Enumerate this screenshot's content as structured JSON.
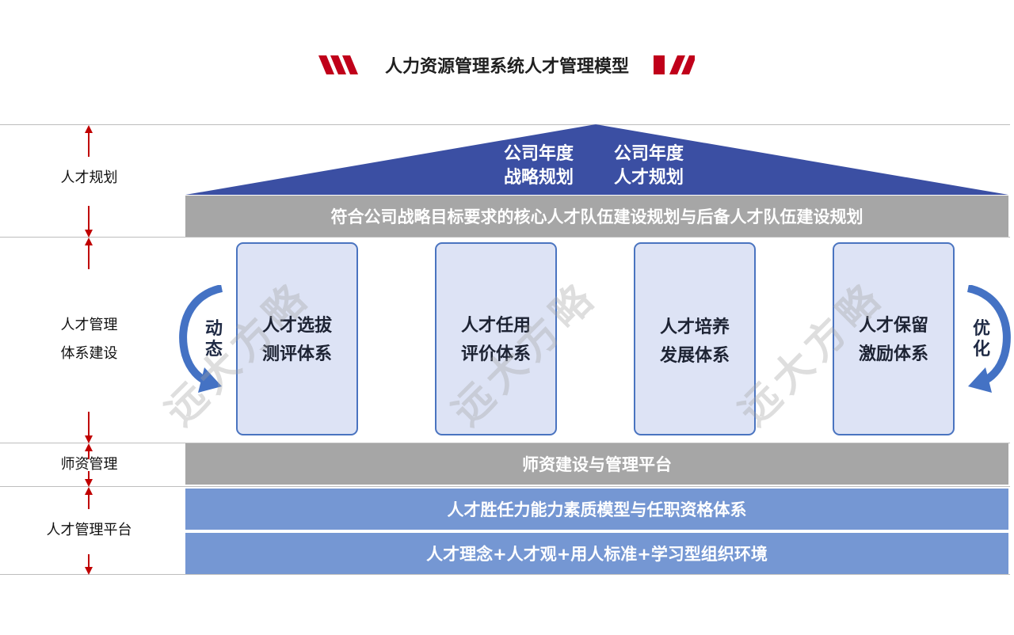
{
  "title": "人力资源管理系统人才管理模型",
  "side_labels": {
    "planning": "人才规划",
    "system_line1": "人才管理",
    "system_line2": "体系建设",
    "faculty": "师资管理",
    "platform": "人才管理平台"
  },
  "roof": {
    "col1_line1": "公司年度",
    "col1_line2": "战略规划",
    "col2_line1": "公司年度",
    "col2_line2": "人才规划"
  },
  "planning_bar": "符合公司战略目标要求的核心人才队伍建设规划与后备人才队伍建设规划",
  "pillars": [
    {
      "line1": "人才选拔",
      "line2": "测评体系"
    },
    {
      "line1": "人才任用",
      "line2": "评价体系"
    },
    {
      "line1": "人才培养",
      "line2": "发展体系"
    },
    {
      "line1": "人才保留",
      "line2": "激励体系"
    }
  ],
  "left_arrow_text": "动态",
  "right_arrow_text": "优化",
  "faculty_bar": "师资建设与管理平台",
  "platform_bar1": "人才胜任力能力素质模型与任职资格体系",
  "platform_bar2": "人才理念+人才观+用人标准+学习型组织环境",
  "watermark": "远大方略",
  "colors": {
    "roof_blue": "#3b4fa3",
    "gray_bar": "#a6a6a6",
    "blue_bar": "#7597d3",
    "pillar_fill": "#dde3f5",
    "pillar_border": "#4a74c0",
    "arrow_red": "#c00000",
    "accent_red": "#c0001a",
    "curve_blue": "#4472c4"
  }
}
